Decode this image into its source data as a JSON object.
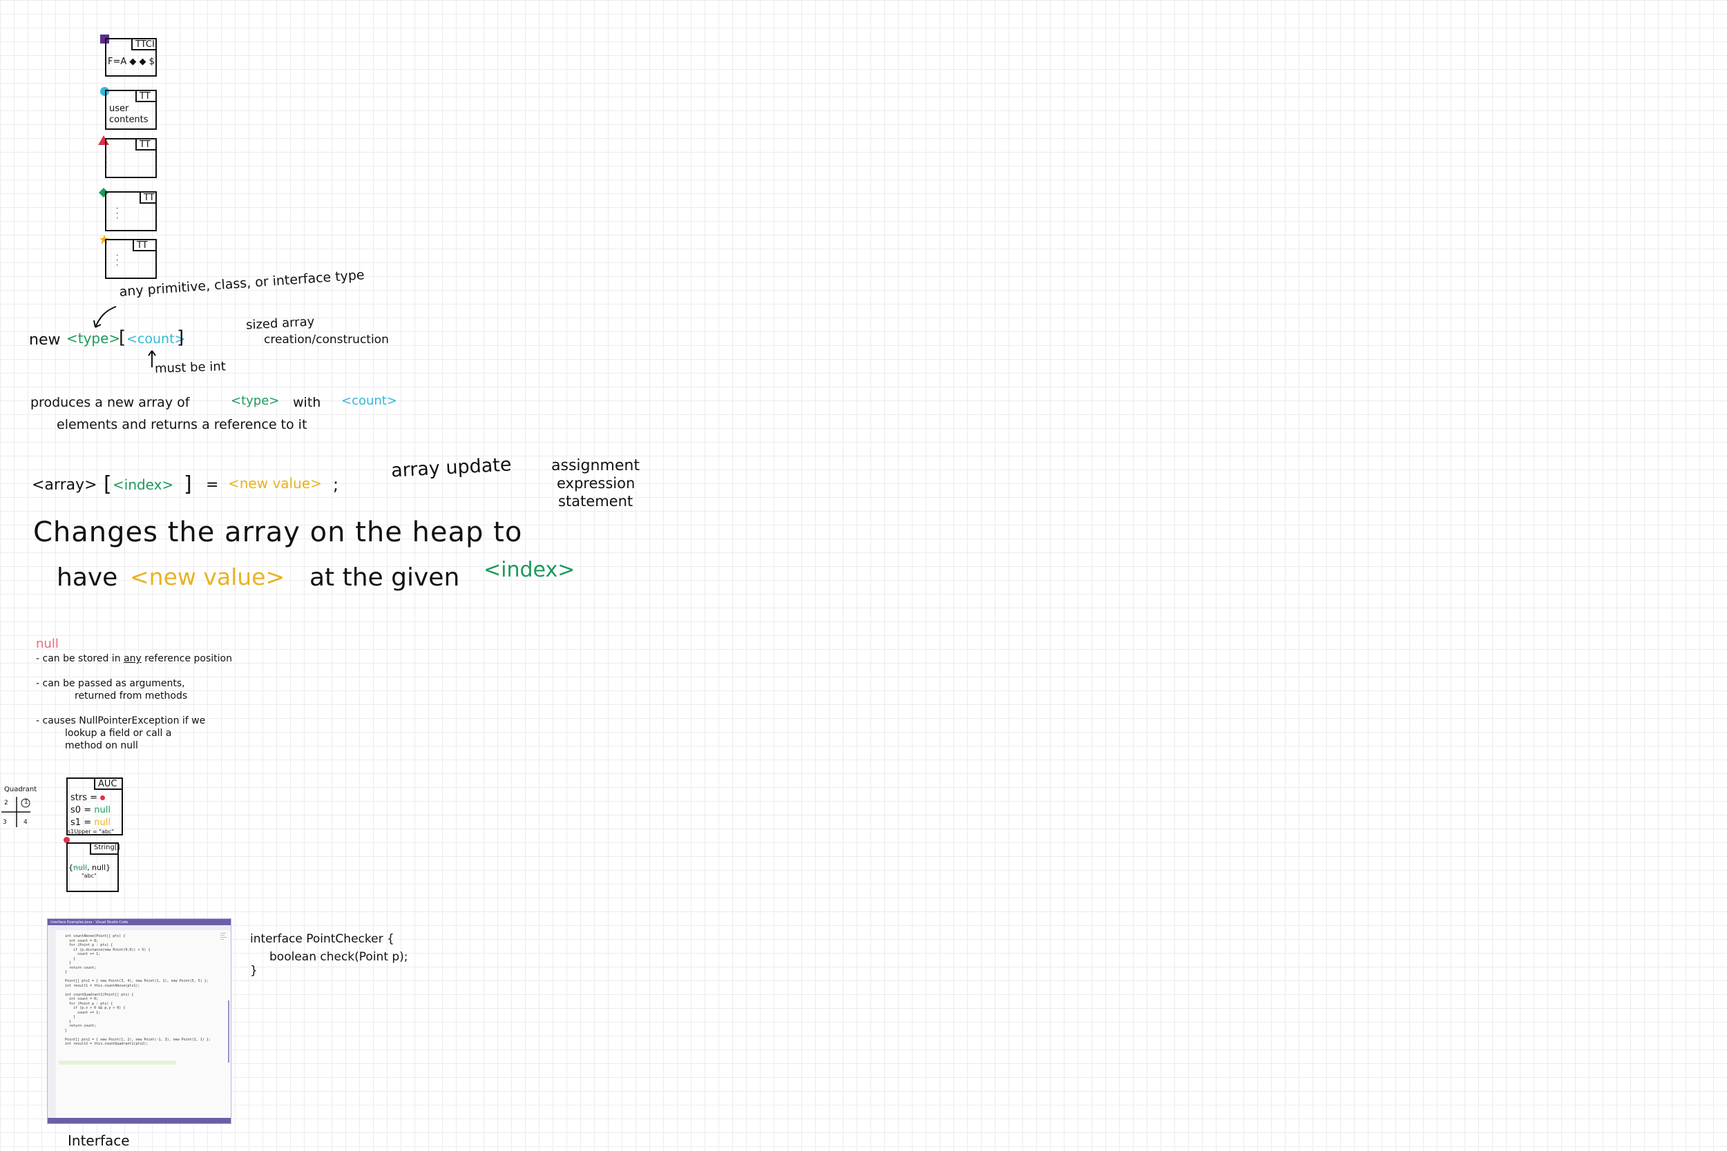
{
  "colors": {
    "green": "#1d9a5c",
    "cyan": "#31b8d8",
    "gold": "#e8b321",
    "pink": "#e86a7c",
    "purple": "#5b2d8e",
    "red": "#e0304a",
    "ide_accent": "#6b5ea8"
  },
  "frames": [
    {
      "label": "TTCI",
      "content": "F=A ◆ ◆ $",
      "pin": "purple-square-pin"
    },
    {
      "label": "TT",
      "content_line1": "user",
      "content_line2": "contents",
      "pin": "cyan-circle-pin"
    },
    {
      "label": "TT",
      "content": "·  ·  ·",
      "pin": "red-triangle-pin"
    },
    {
      "label": "TT",
      "content": "·  ·  ·",
      "pin": "green-diamond-pin"
    },
    {
      "label": "TT",
      "content": "·  ·  ·",
      "pin": "yellow-star-pin"
    }
  ],
  "array_creation": {
    "note_type": "any primitive, class, or interface type",
    "new": "new",
    "type": "<type>",
    "count": "<count>",
    "bracket_open": "[",
    "bracket_close": "]",
    "note_int": "must be int",
    "label_line1": "sized array",
    "label_line2": "creation/construction",
    "desc_prefix": "produces a new array of",
    "desc_type": "<type>",
    "desc_with": "with",
    "desc_count": "<count>",
    "desc_line2": "elements and returns a reference to it"
  },
  "array_update": {
    "array": "<array>",
    "index": "<index>",
    "equals": "=",
    "new_value": "<new value>",
    "semicolon": ";",
    "label": "array update",
    "kind_line1": "assignment",
    "kind_line2": "expression",
    "kind_line3": "statement",
    "big_line1": "Changes the array on the heap to",
    "big_have": "have",
    "big_new_value": "<new value>",
    "big_at": "at the given",
    "big_index": "<index>"
  },
  "null_notes": {
    "title": "null",
    "item1": "- can be stored in any reference position",
    "item1_prefix": "- can be stored in",
    "item1_underlined": "any",
    "item1_suffix": "reference position",
    "item2_line1": "- can be passed as arguments,",
    "item2_line2": "returned from methods",
    "item3_line1": "- causes NullPointerException if we",
    "item3_line2": "lookup a field or call a",
    "item3_line3": "method on null"
  },
  "quadrant": {
    "label": "Quadrant",
    "n2": "2",
    "n1": "1",
    "n3": "3",
    "n4": "4"
  },
  "auc_frame": {
    "label": "AUC",
    "row1_name": "strs",
    "row1_op": "=",
    "row2_name": "s0",
    "row2_op": "=",
    "row2_value": "null",
    "row3_name": "s1",
    "row3_op": "=",
    "row3_value": "null",
    "row4": "s1Upper = \"abc\""
  },
  "strings_frame": {
    "label": "String[]",
    "content_open": "{",
    "content_strike": "null",
    "content_rest": ", null}",
    "content_under": "\"abc\""
  },
  "ide": {
    "window_title": "Interface Examples.java - Visual Studio Code",
    "code_lines": [
      "   int countAbove(Point[] pts) {",
      "     int count = 0;",
      "     for (Point p : pts) {",
      "       if (p.distance(new Point(0,0)) > 5) {",
      "         count += 1;",
      "       }",
      "     }",
      "     return count;",
      "   }",
      "",
      "   Point[] pts1 = { new Point(3, 4), new Point(1, 1), new Point(5, 5) };",
      "   int result1 = this.countAbove(pts1);",
      "",
      "   int countQuadrant1(Point[] pts) {",
      "     int count = 0;",
      "     for (Point p : pts) {",
      "       if (p.x > 0 && p.y > 0) {",
      "         count += 1;",
      "       }",
      "     }",
      "     return count;",
      "   }",
      "",
      "   Point[] pts2 = { new Point(1, 2), new Point(-1, 3), new Point(2, 1) };",
      "   int result2 = this.countQuadrant1(pts2);",
      ""
    ]
  },
  "interface_notes": {
    "line1": "interface PointChecker {",
    "line2": "boolean check(Point p);",
    "line3": "}",
    "caption": "Interface"
  }
}
